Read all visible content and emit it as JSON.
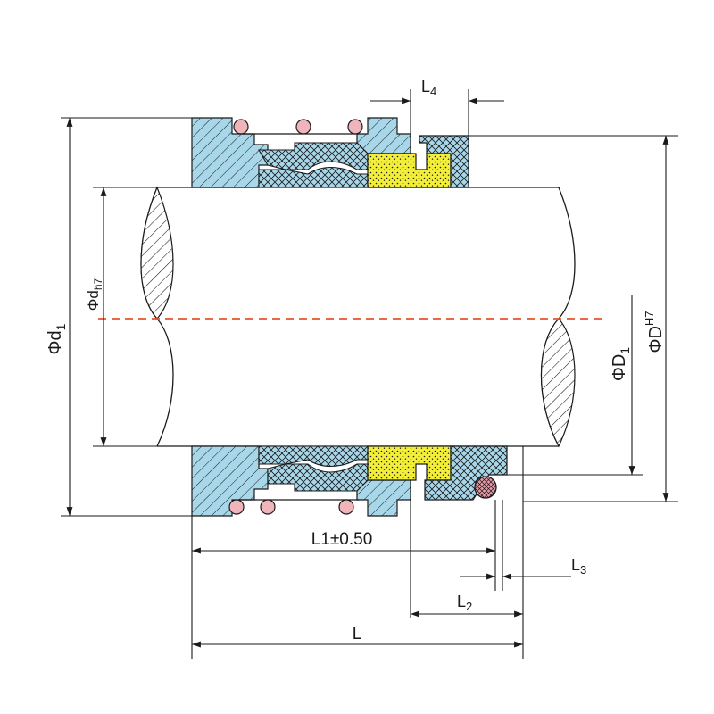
{
  "labels": {
    "l4": "L",
    "l4_sub": "4",
    "d1": "Φd",
    "d1_sub": "1",
    "dh7": "Φd",
    "dh7_sub": "h7",
    "D1": "ΦD",
    "D1_sub": "1",
    "D": "ΦD",
    "D_sup": "H7",
    "l1": "L1±0.50",
    "l3": "L",
    "l3_sub": "3",
    "l2": "L",
    "l2_sub": "2",
    "l": "L"
  },
  "colors": {
    "seal_body": "#a9d7ea",
    "seal_face": "#f2ee3a",
    "spring_coil": "#f0b4bb",
    "oring": "#e89aa8",
    "centerline": "#e4552b",
    "line": "#1a1a1a"
  }
}
